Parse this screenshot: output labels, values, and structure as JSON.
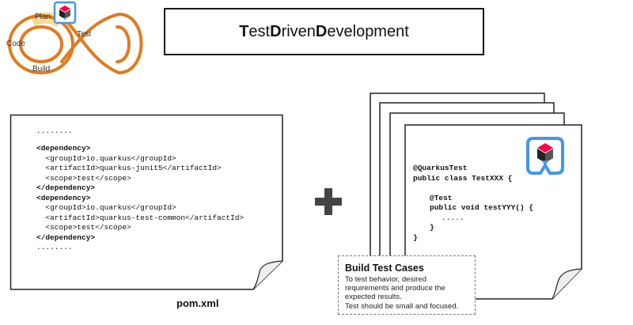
{
  "title": {
    "t1": "T",
    "r1": "est ",
    "t2": "D",
    "r2": "riven ",
    "t3": "D",
    "r3": "evelopment"
  },
  "cycle": {
    "plan": "Plan",
    "test": "Test",
    "code": "Code",
    "build": "Build"
  },
  "pom": {
    "ellipsis_top": "........",
    "lines": [
      "<dependency>",
      "  <groupId>io.quarkus</groupId>",
      "  <artifactId>quarkus-junit5</artifactId>",
      "  <scope>test</scope>",
      "</dependency>",
      "<dependency>",
      "  <groupId>io.quarkus</groupId>",
      "  <artifactId>quarkus-test-common</artifactId>",
      "  <scope>test</scope>",
      "</dependency>"
    ],
    "ellipsis_bottom": "........",
    "filename": "pom.xml"
  },
  "test_code": {
    "annotation": "@QuarkusTest",
    "class_decl": "public class TestXXX {",
    "method_annotation": "@Test",
    "method_decl": "public void testYYY() {",
    "body": ".....",
    "close_method": "}",
    "close_class": "}"
  },
  "callout": {
    "title": "Build Test Cases",
    "lines": [
      "To test behavior, desired",
      "requirements and produce the",
      "expected results.",
      "Test should be small and focused."
    ]
  },
  "colors": {
    "orange": "#e07b1f",
    "highlight": "#f5dc95",
    "quarkus_blue": "#4695eb",
    "quarkus_red": "#ff004a",
    "plus": "#444444"
  }
}
